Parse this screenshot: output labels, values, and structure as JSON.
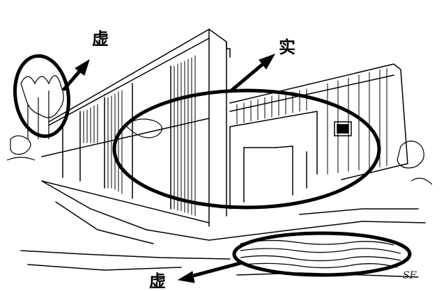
{
  "annotations": {
    "top_left_label": "虚",
    "right_label": "实",
    "bottom_left_label": "虚"
  },
  "colors": {
    "ink": "#000000",
    "paper": "#ffffff"
  },
  "signature_text": "SF"
}
